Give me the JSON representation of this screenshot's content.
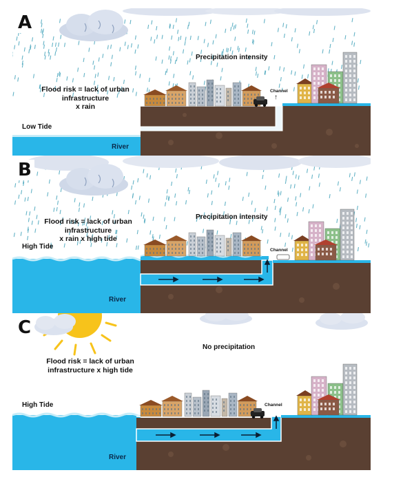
{
  "panels": [
    {
      "letter": "A",
      "formula": [
        "Flood risk = lack of urban",
        "infrastructure",
        "x rain"
      ],
      "weather": "Precipitation intensity",
      "tide": "Low Tide",
      "river": "River",
      "channel": "Channel",
      "rain": true,
      "sun": false,
      "channel_flow": false
    },
    {
      "letter": "B",
      "formula": [
        "Flood risk = lack of urban",
        "infrastructure",
        "x rain x high tide"
      ],
      "weather": "Precipitation intensity",
      "tide": "High Tide",
      "river": "River",
      "channel": "Channel",
      "rain": true,
      "sun": false,
      "channel_flow": true
    },
    {
      "letter": "C",
      "formula": [
        "Flood risk = lack of urban",
        "infrastructure x high tide"
      ],
      "weather": "No precipitation",
      "tide": "High Tide",
      "river": "River",
      "channel": "Channel",
      "rain": false,
      "sun": true,
      "channel_flow": true
    }
  ],
  "colors": {
    "water": "#29b6e8",
    "soil": "#5a4032",
    "rain": "#4aa6bd",
    "cloud": "#d3dcea",
    "sun": "#f7c31b"
  },
  "icons": [
    "rain-cloud-icon",
    "sun-icon",
    "car-icon",
    "house-icon",
    "flow-arrow-icon"
  ]
}
